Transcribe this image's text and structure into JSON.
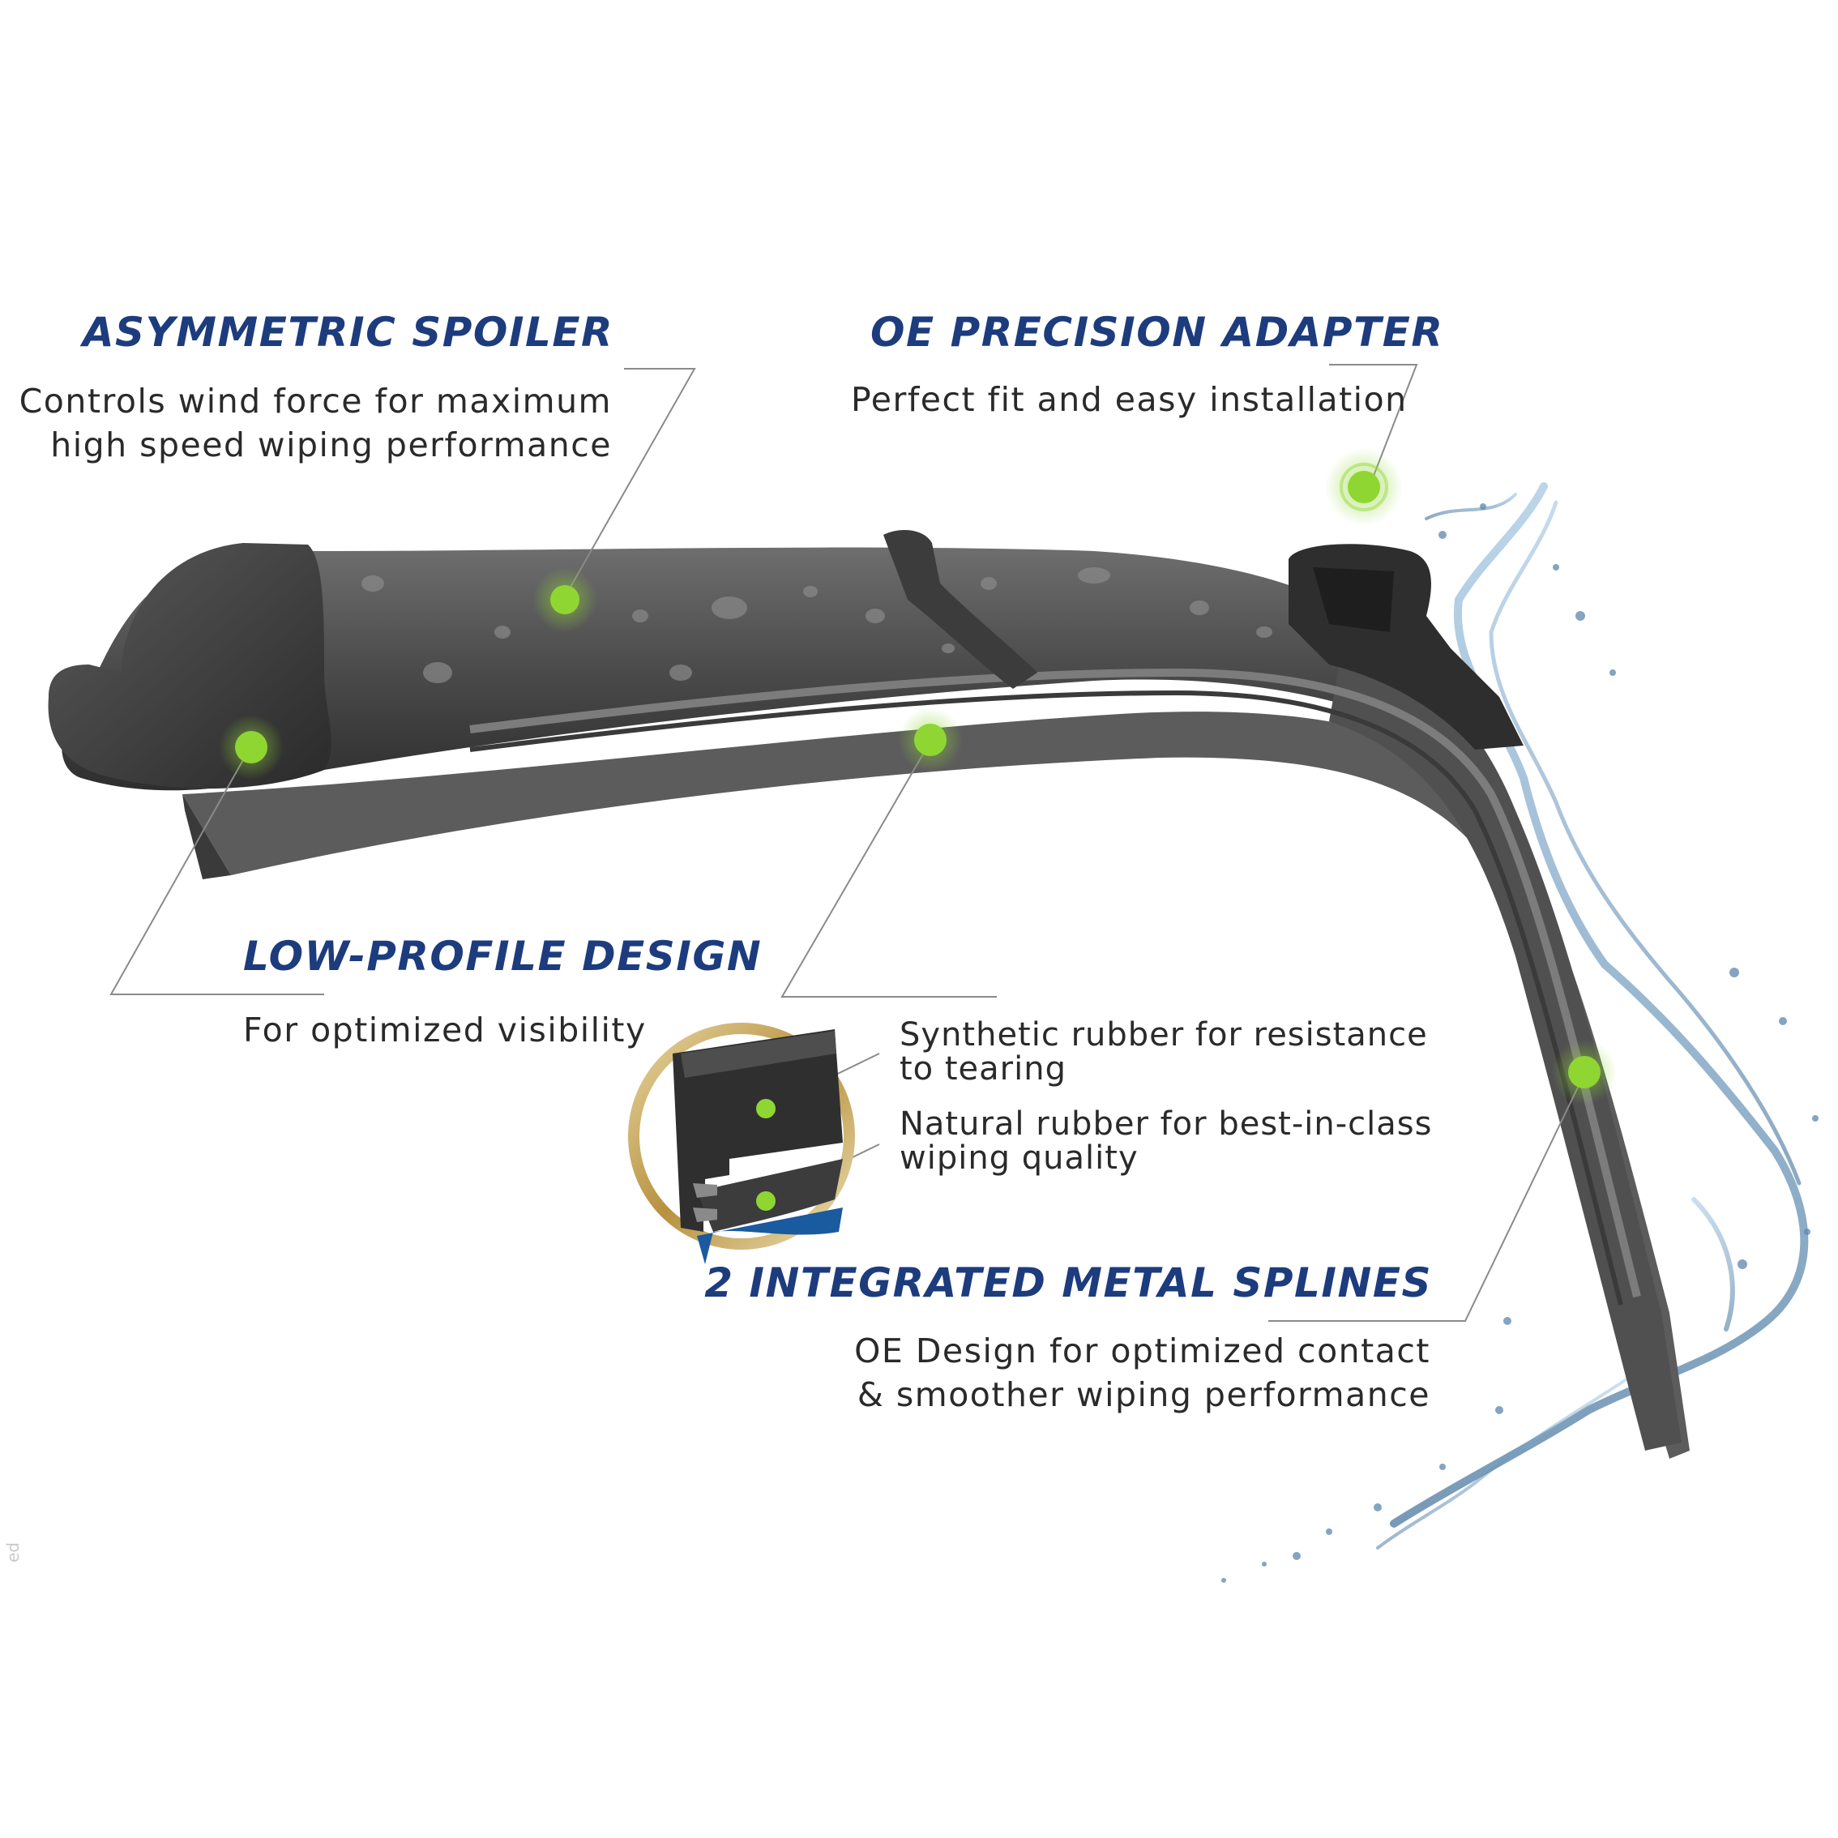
{
  "colors": {
    "heading": "#1d3c7e",
    "text": "#2a2a2a",
    "hotspot": "#8fd633",
    "leader": "#8a8a8a",
    "blade": "#4a4a4a",
    "water": "#6c93b8",
    "gold": "#c6a55a"
  },
  "features": {
    "spoiler": {
      "title": "ASYMMETRIC SPOILER",
      "line1": "Controls wind force for maximum",
      "line2": "high speed wiping performance"
    },
    "adapter": {
      "title": "OE PRECISION ADAPTER",
      "line1": "Perfect fit and easy installation"
    },
    "profile": {
      "title": "LOW-PROFILE DESIGN",
      "line1": "For optimized visibility"
    },
    "rubber": {
      "synthetic_line1": "Synthetic rubber for resistance",
      "synthetic_line2": "to tearing",
      "natural_line1": "Natural rubber for best-in-class",
      "natural_line2": "wiping quality"
    },
    "splines": {
      "title": "2 INTEGRATED METAL SPLINES",
      "line1": "OE Design for optimized contact",
      "line2": "& smoother wiping performance"
    }
  },
  "watermark": "ed",
  "icons": [
    "hotspot-icon",
    "water-splash-icon",
    "rubber-cross-section-icon"
  ]
}
